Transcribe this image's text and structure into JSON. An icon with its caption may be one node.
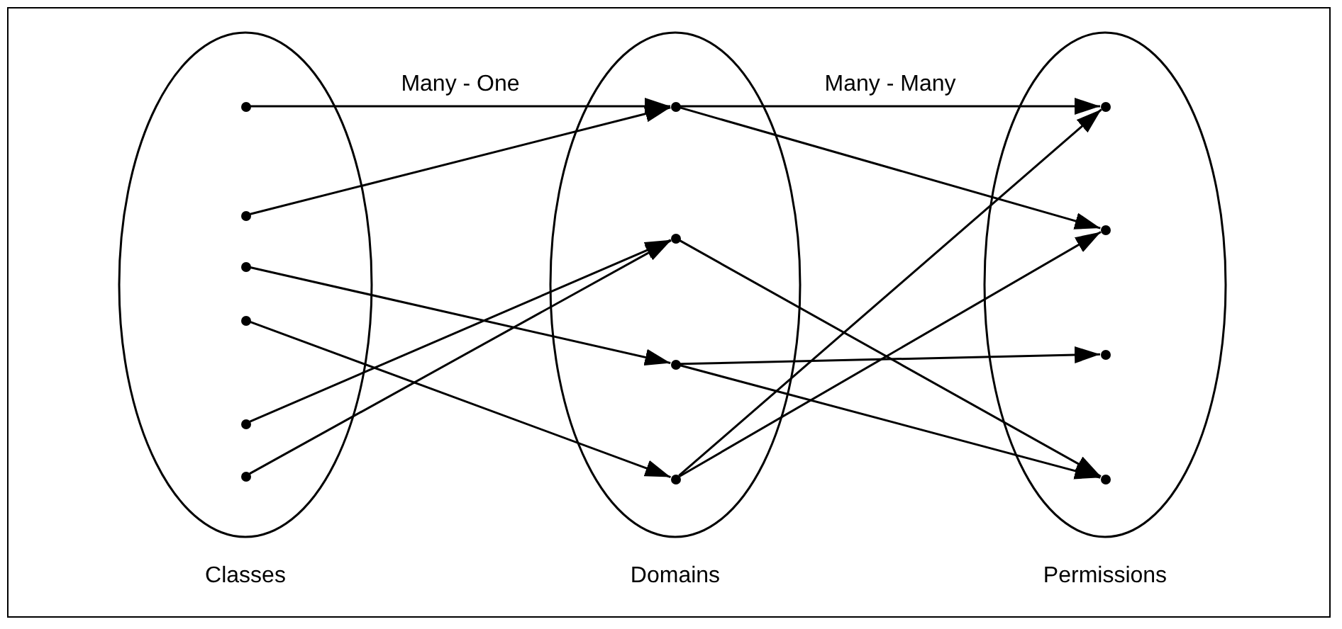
{
  "diagram": {
    "nodes": [
      {
        "text": [
          "Classes"
        ]
      },
      {
        "text": [],
        "shape": "circle",
        "in": 0
      },
      {
        "text": [],
        "shape": "circle",
        "in": 0
      },
      {
        "text": [],
        "shape": "circle",
        "in": 0
      },
      {
        "text": [],
        "shape": "circle",
        "in": 0
      },
      {
        "text": [],
        "shape": "circle",
        "in": 0
      },
      {
        "text": [],
        "shape": "circle",
        "in": 0
      },
      {
        "text": [
          "Domains"
        ]
      },
      {
        "text": [],
        "shape": "circle",
        "in": 7
      },
      {
        "text": [],
        "shape": "circle",
        "in": 7
      },
      {
        "text": [],
        "shape": "circle",
        "in": 7
      },
      {
        "text": [],
        "shape": "circle",
        "in": 7
      },
      {
        "text": [
          "Permissions"
        ]
      },
      {
        "text": [],
        "shape": "circle",
        "in": 12
      },
      {
        "text": [],
        "shape": "circle",
        "in": 12
      },
      {
        "text": [],
        "shape": "circle",
        "in": 12
      },
      {
        "text": [],
        "shape": "circle",
        "in": 12
      }
    ],
    "edges": [
      {
        "from": 1,
        "to": 8,
        "arrow": "to",
        "label": "Many - One"
      },
      {
        "from": 2,
        "to": 8,
        "arrow": "to"
      },
      {
        "from": 3,
        "to": 10,
        "arrow": "to"
      },
      {
        "from": 4,
        "to": 11,
        "arrow": "to"
      },
      {
        "from": 5,
        "to": 9,
        "arrow": "to"
      },
      {
        "from": 6,
        "to": 9,
        "arrow": "to"
      },
      {
        "from": 8,
        "to": 13,
        "arrow": "to",
        "label": "Many - Many"
      },
      {
        "from": 8,
        "to": 14,
        "arrow": "to"
      },
      {
        "from": 9,
        "to": 16,
        "arrow": "to"
      },
      {
        "from": 10,
        "to": 15,
        "arrow": "to"
      },
      {
        "from": 10,
        "to": 16,
        "arrow": "to"
      },
      {
        "from": 11,
        "to": 13,
        "arrow": "to"
      },
      {
        "from": 11,
        "to": 14,
        "arrow": "to"
      }
    ]
  }
}
